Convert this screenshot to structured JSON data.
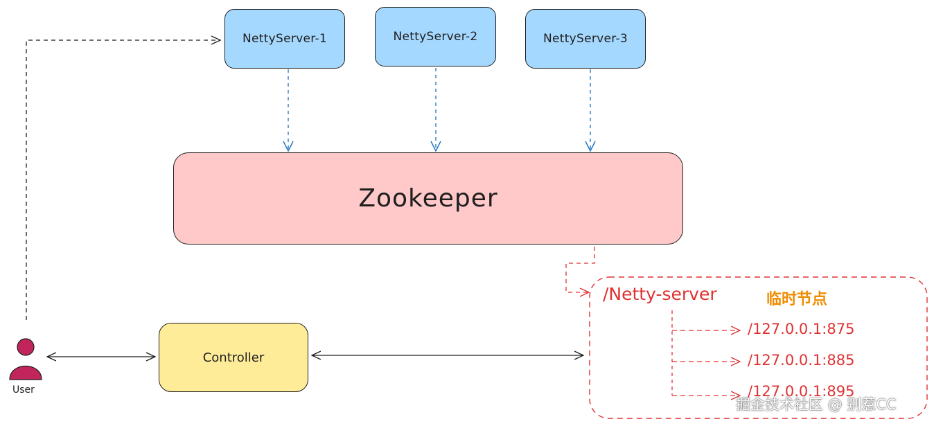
{
  "servers": [
    {
      "label": "NettyServer-1"
    },
    {
      "label": "NettyServer-2"
    },
    {
      "label": "NettyServer-3"
    }
  ],
  "zookeeper": {
    "label": "Zookeeper"
  },
  "controller": {
    "label": "Controller"
  },
  "user": {
    "label": "User"
  },
  "znode": {
    "path": "/Netty-server",
    "type_label": "临时节点",
    "children": [
      "/127.0.0.1:875",
      "/127.0.0.1:885",
      "/127.0.0.1:895"
    ]
  },
  "watermark": "掘金技术社区 @ 别惹CC",
  "colors": {
    "server_fill": "#a5d8ff",
    "zookeeper_fill": "#ffc9c9",
    "controller_fill": "#ffec99",
    "user_fill": "#c2255c",
    "red": "#e03131",
    "blue_arrow": "#1971c2",
    "orange": "#f08c00"
  }
}
